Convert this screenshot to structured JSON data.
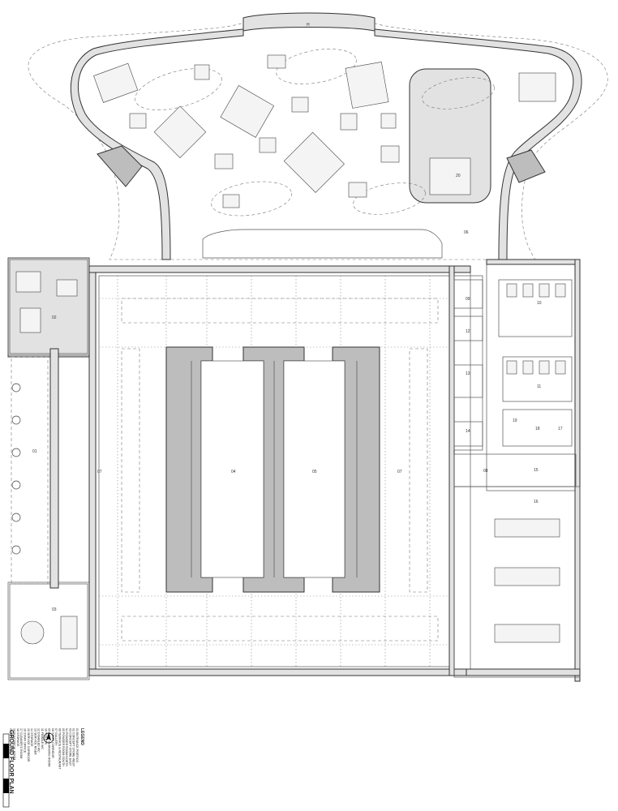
{
  "plan": {
    "title": "GROUND FLOOR PLAN",
    "legend_heading": "LEGEND",
    "legend": [
      "01 ENTRANCE PORTICO",
      "02 CONCEPT STORE WEST",
      "03 CONCEPT STORE EAST",
      "04 POWDER ROOM NORTH",
      "05 POWDER ROOM SOUTH",
      "06 TERRACE & RESTAURANT",
      "07 GALLERY",
      "08 STAFF CORRIDOR",
      "09 BABY CHANGING ROOM",
      "10 TOILETS",
      "11 FEMALE WC",
      "12 DISABLED WC",
      "13 SERVICE RISER",
      "14 STORAGE",
      "15 SERVICE CORRIDOR",
      "16 STAFF OFFICE",
      "17 CLEANER'S ROOM",
      "18 STORAGE",
      "19 ELECTRICAL ROOM",
      "20 LIFT"
    ],
    "room_labels": {
      "r01": "01",
      "r02": "02",
      "r03": "03",
      "r04": "04",
      "r05": "05",
      "r06": "06",
      "r07a": "07",
      "r07b": "07",
      "r08": "08",
      "r09": "09",
      "r10": "10",
      "r11": "11",
      "r12": "12",
      "r13": "13",
      "r14": "14",
      "r15": "15",
      "r16": "16",
      "r17": "17",
      "r18": "18",
      "r19": "19",
      "r20": "20"
    },
    "north_arrow_icon": "north-arrow-icon",
    "scale_bar_icon": "scale-bar-icon",
    "colors": {
      "line": "#333333",
      "wall_fill": "#e2e2e2",
      "wall_dark": "#bdbdbd",
      "background": "#ffffff"
    }
  }
}
